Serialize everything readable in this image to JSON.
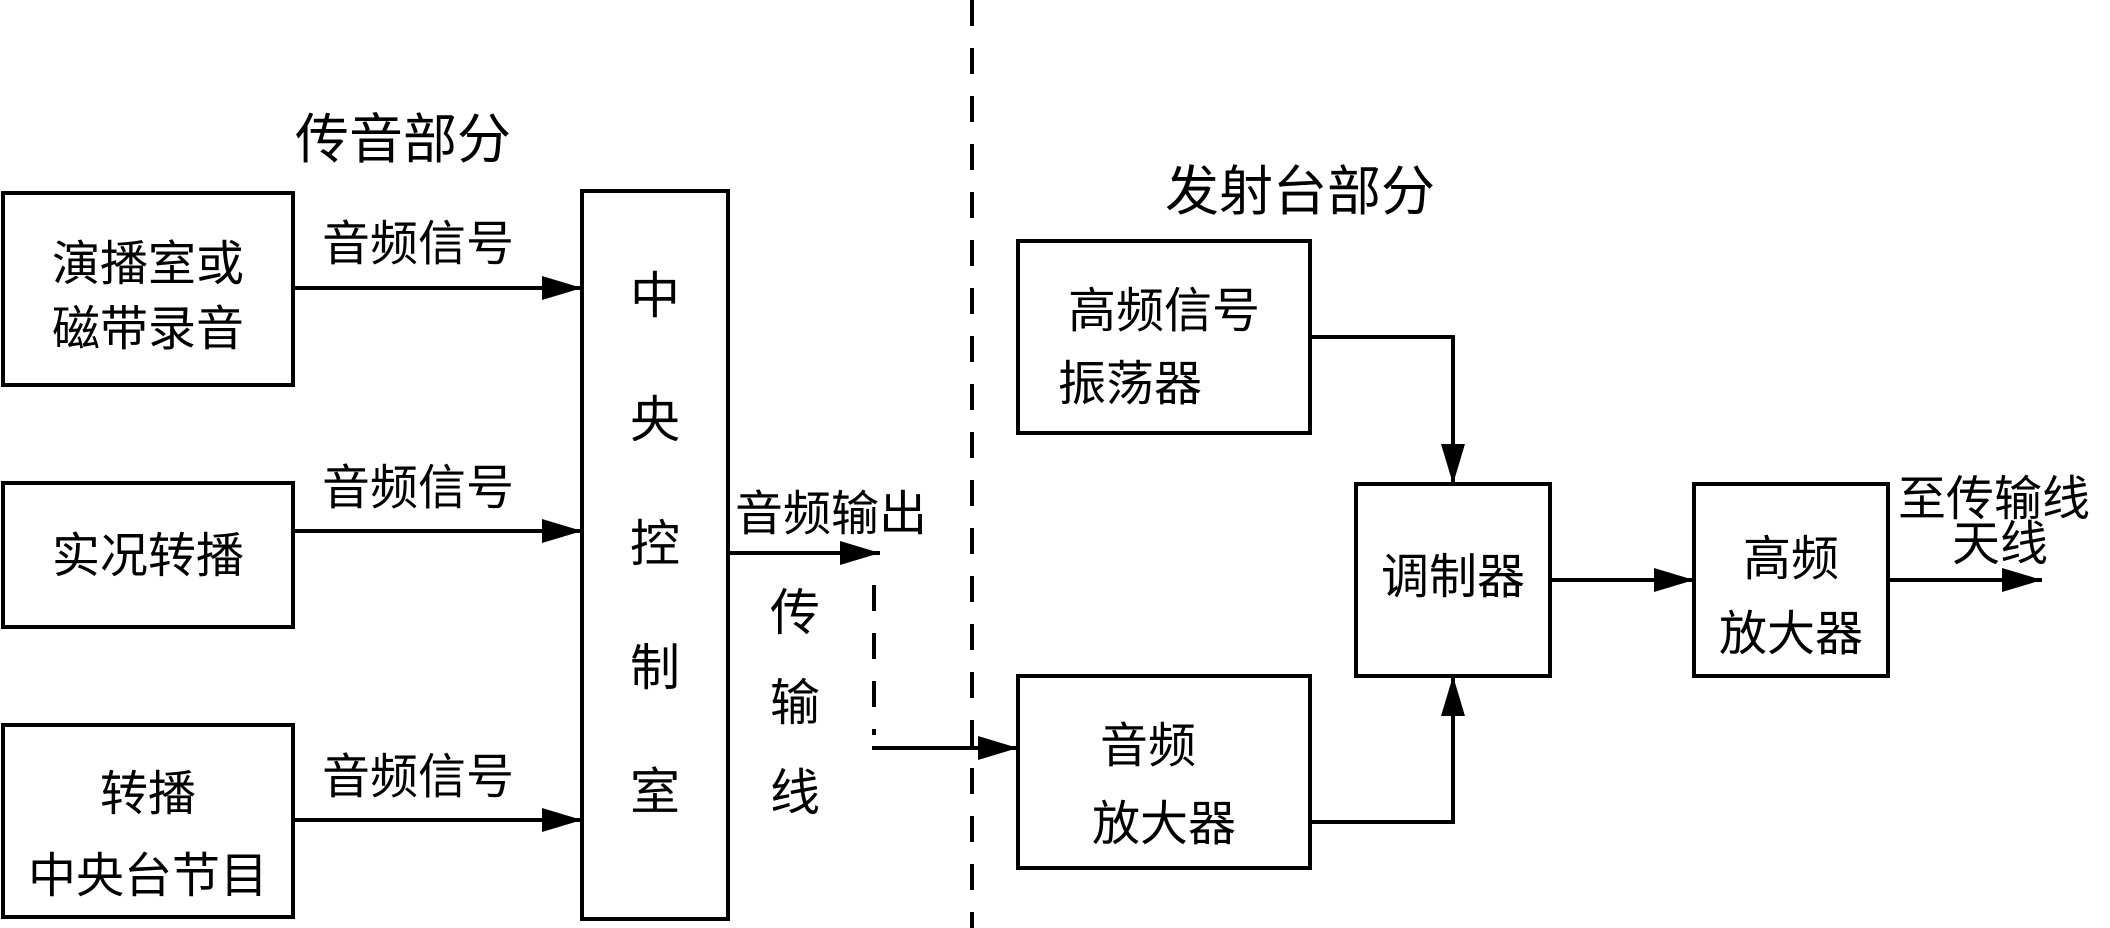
{
  "sections": {
    "transmission": "传音部分",
    "station": "发射台部分"
  },
  "blocks": {
    "studio": [
      "演播室或",
      "磁带录音"
    ],
    "live": [
      "实况转播"
    ],
    "relay": [
      "转播",
      "中央台节目"
    ],
    "central": [
      "中",
      "央",
      "控",
      "制",
      "室"
    ],
    "hf_osc": [
      "高频信号",
      "振荡器"
    ],
    "audio_amp": [
      "音频",
      "放大器"
    ],
    "modulator": [
      "调制器"
    ],
    "hf_amp": [
      "高频",
      "放大器"
    ]
  },
  "labels": {
    "audio_signal_1": "音频信号",
    "audio_signal_2": "音频信号",
    "audio_signal_3": "音频信号",
    "audio_output": "音频输出",
    "transmission_line": [
      "传",
      "输",
      "线"
    ],
    "to_antenna": [
      "至传输线",
      "天线"
    ]
  }
}
